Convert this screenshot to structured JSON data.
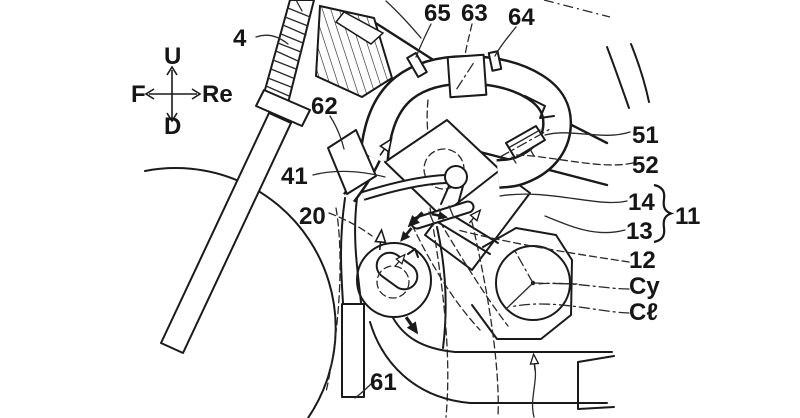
{
  "figure": {
    "kind": "patent-line-drawing",
    "description": "Motorcycle front section: front fork, frame, air intake duct and engine with reference numerals",
    "background_color": "#ffffff",
    "line_color": "#1a1a1a"
  },
  "compass": {
    "up": "U",
    "front": "F",
    "rear": "Re",
    "down": "D"
  },
  "labels": {
    "fork": "4",
    "intake_clip_front": "65",
    "intake_box": "63",
    "intake_clip_rear": "64",
    "component_62": "62",
    "component_41": "41",
    "throttle_20": "20",
    "part_51": "51",
    "part_52": "52",
    "frame_upper_14": "14",
    "frame_lower_13": "13",
    "frame_group_11": "11",
    "engine_12": "12",
    "cylinder_axis": "Cy",
    "center_line": "Cℓ",
    "component_61": "61"
  }
}
